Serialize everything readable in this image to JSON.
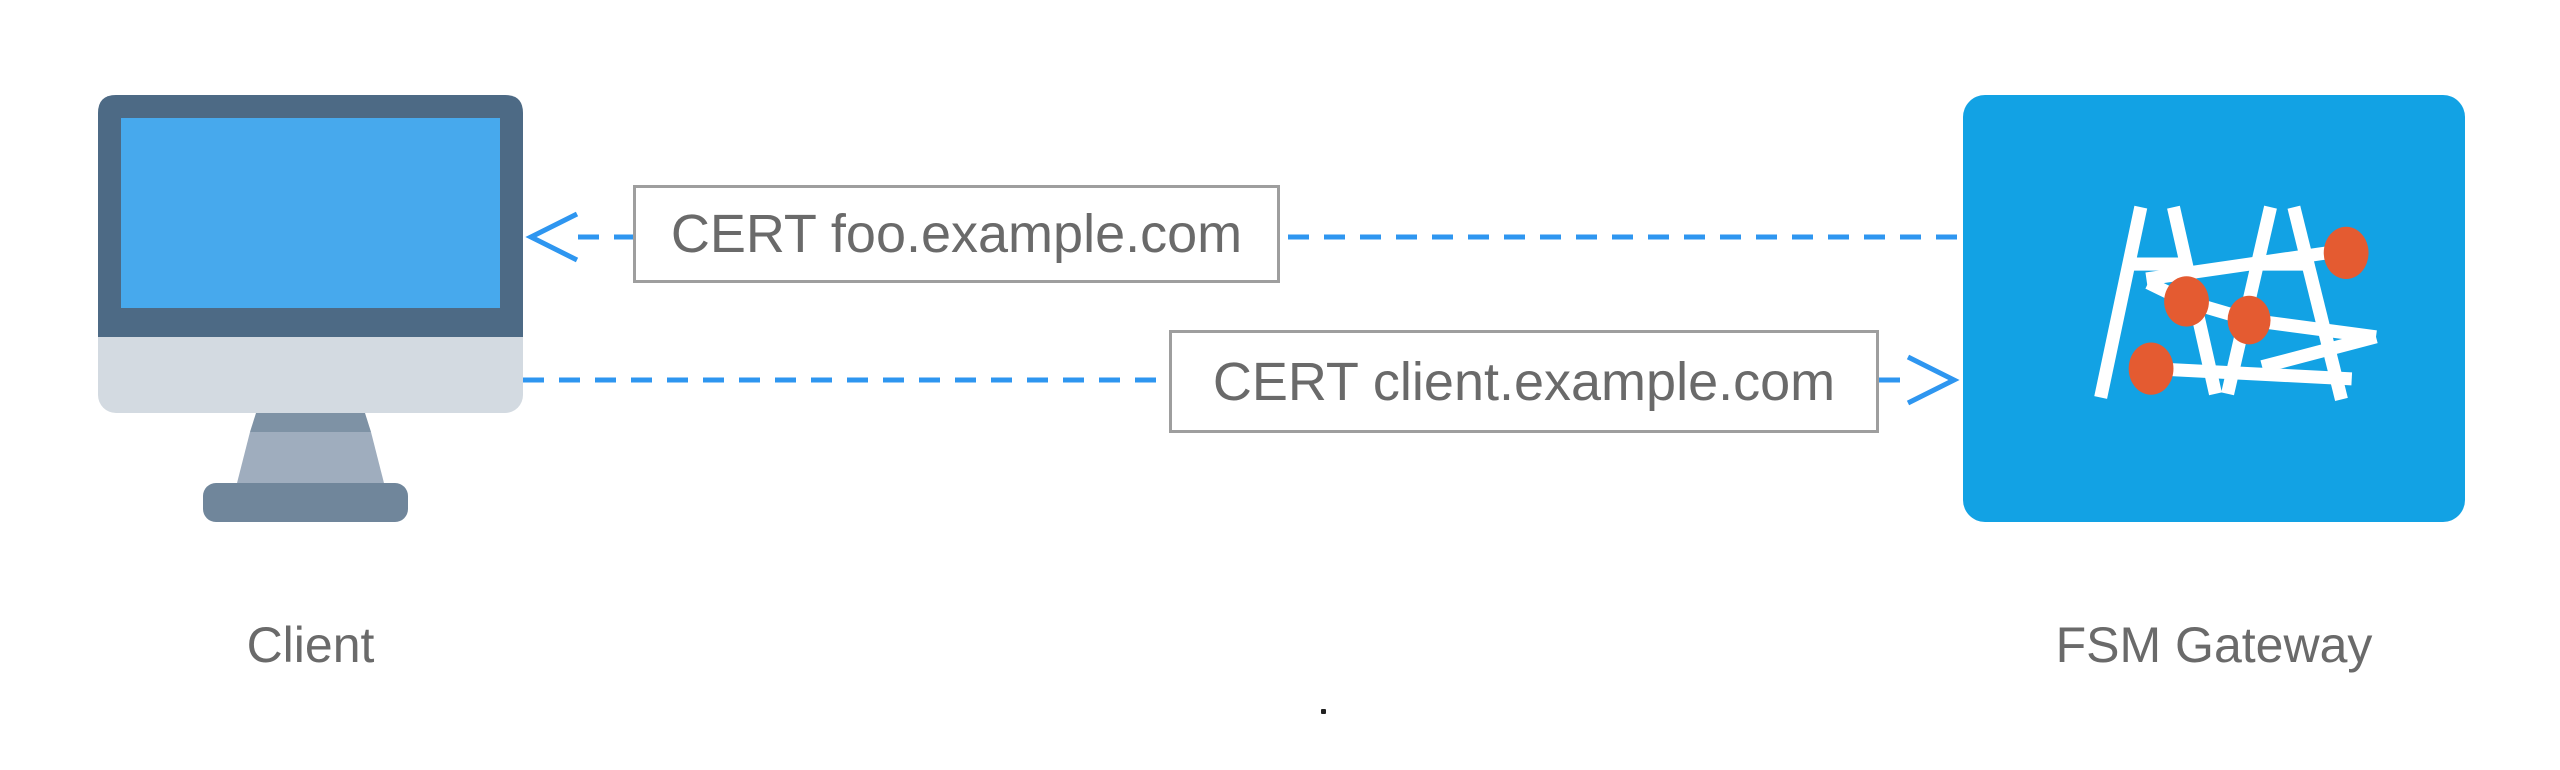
{
  "client": {
    "label": "Client"
  },
  "gateway": {
    "label": "FSM Gateway"
  },
  "messages": {
    "cert_foo": {
      "label": "CERT foo.example.com",
      "direction": "to-client"
    },
    "cert_client": {
      "label": "CERT client.example.com",
      "direction": "to-gateway"
    }
  },
  "colors": {
    "arrow_blue": "#2e96f0",
    "gateway_blue": "#12a2e4",
    "node_orange": "#e45b31",
    "monitor_frame": "#4d6a85",
    "screen_blue": "#47a9ed",
    "monitor_chin": "#d3dae1",
    "stand_gray": "#9fadbe",
    "stand_band": "#7e92a5",
    "stand_base": "#70869b",
    "label_text": "#6a6a6a",
    "box_border": "#9e9e9e",
    "background": "#ffffff"
  }
}
